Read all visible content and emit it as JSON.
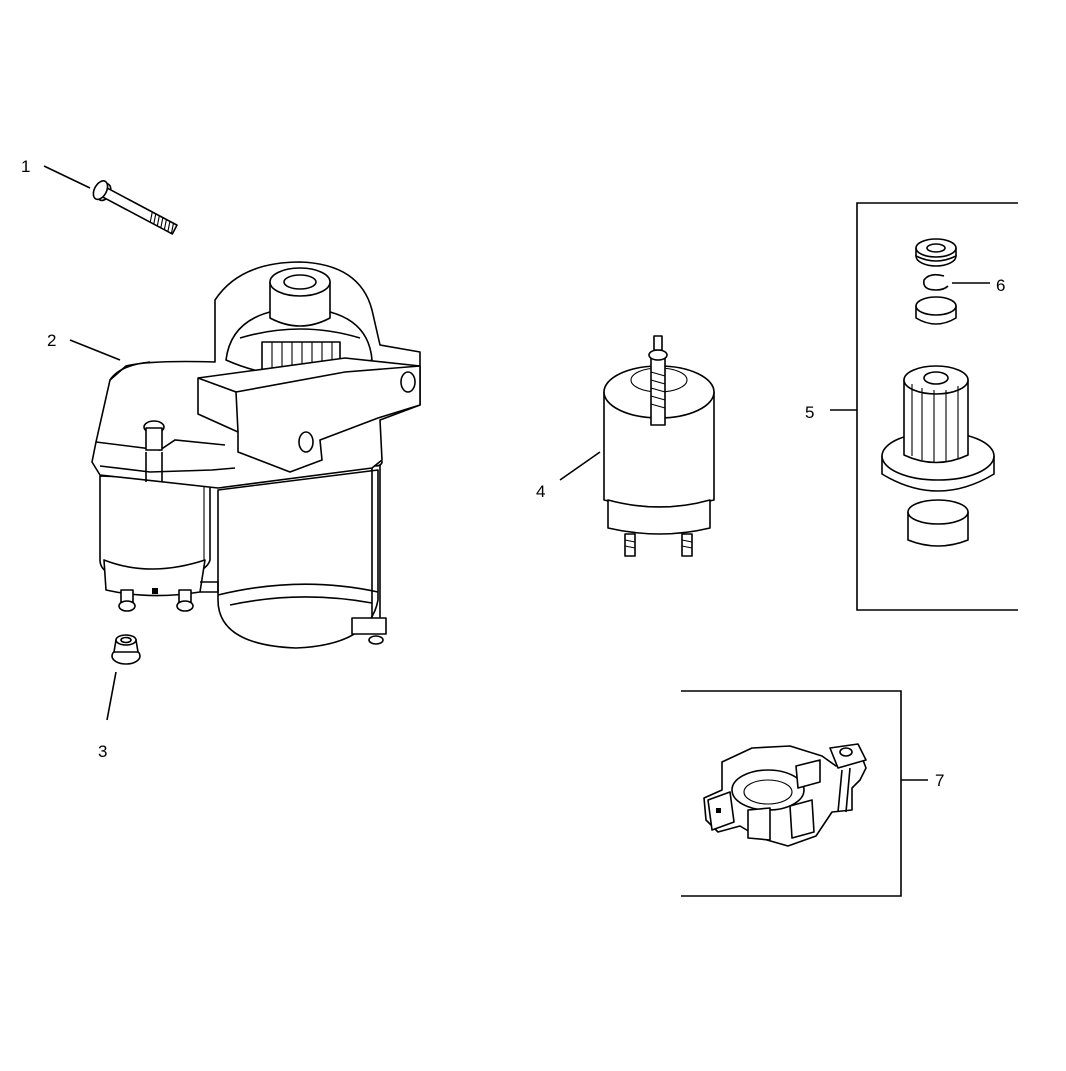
{
  "diagram": {
    "callouts": [
      {
        "id": "1",
        "label": "1"
      },
      {
        "id": "2",
        "label": "2"
      },
      {
        "id": "3",
        "label": "3"
      },
      {
        "id": "4",
        "label": "4"
      },
      {
        "id": "5",
        "label": "5"
      },
      {
        "id": "6",
        "label": "6"
      },
      {
        "id": "7",
        "label": "7"
      }
    ],
    "parts": [
      {
        "callout": "1",
        "icon": "bolt-icon"
      },
      {
        "callout": "2",
        "icon": "starter-motor-icon"
      },
      {
        "callout": "3",
        "icon": "flange-nut-icon"
      },
      {
        "callout": "4",
        "icon": "solenoid-icon"
      },
      {
        "callout": "5",
        "icon": "pinion-drive-kit-icon"
      },
      {
        "callout": "6",
        "icon": "retaining-ring-icon"
      },
      {
        "callout": "7",
        "icon": "brush-holder-icon"
      }
    ],
    "line_color": "#000000",
    "background": "#ffffff"
  }
}
